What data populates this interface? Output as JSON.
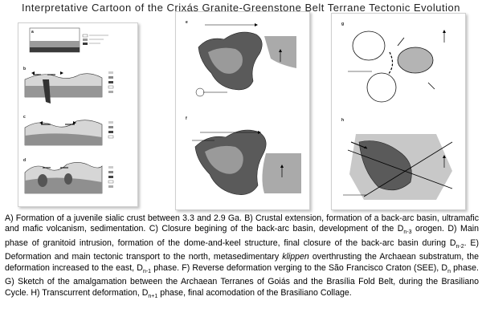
{
  "title": "Interpretative Cartoon of the Crixás Granite-Greenstone Belt Terrane Tectonic Evolution",
  "panels": {
    "a": "a",
    "b": "b",
    "c": "c",
    "d": "d",
    "e": "e",
    "f": "f",
    "g": "g",
    "h": "h"
  },
  "caption": {
    "p1": "A) Formation of a juvenile sialic crust between 3.3 and 2.9 Ga. B) Crustal extension, formation of a back-arc basin, ultramafic and mafic volcanism, sedimentation. C) Closure begining of the back-arc basin, development of the D",
    "p1_sub": "n-3",
    "p2": " orogen. D) Main phase of granitoid intrusion, formation of the dome-and-keel structure, final  closure of the back-arc basin during D",
    "p2_sub": "n-2",
    "p3": ". E) Deformation and main tectonic transport to the north, metasedimentary ",
    "p3_italic": "klippen",
    "p4": " overthrusting the Archaean substratum, the deformation increased to the east, D",
    "p4_sub": "n-1",
    "p5": " phase. F) Reverse deformation verging to the São Francisco Craton (SEE), D",
    "p5_sub": "n",
    "p6": " phase. G) Sketch of the amalgamation between the Archaean Terranes of Goiás and the Brasília Fold Belt, during the Brasiliano Cycle. H) Transcurrent deformation, D",
    "p6_sub": "n+1",
    "p7": " phase, final acomodation of the Brasiliano Collage."
  },
  "colors": {
    "dark": "#3a3a3a",
    "mid": "#8a8a8a",
    "light": "#c8c8c8",
    "pale": "#e6e6e6"
  }
}
